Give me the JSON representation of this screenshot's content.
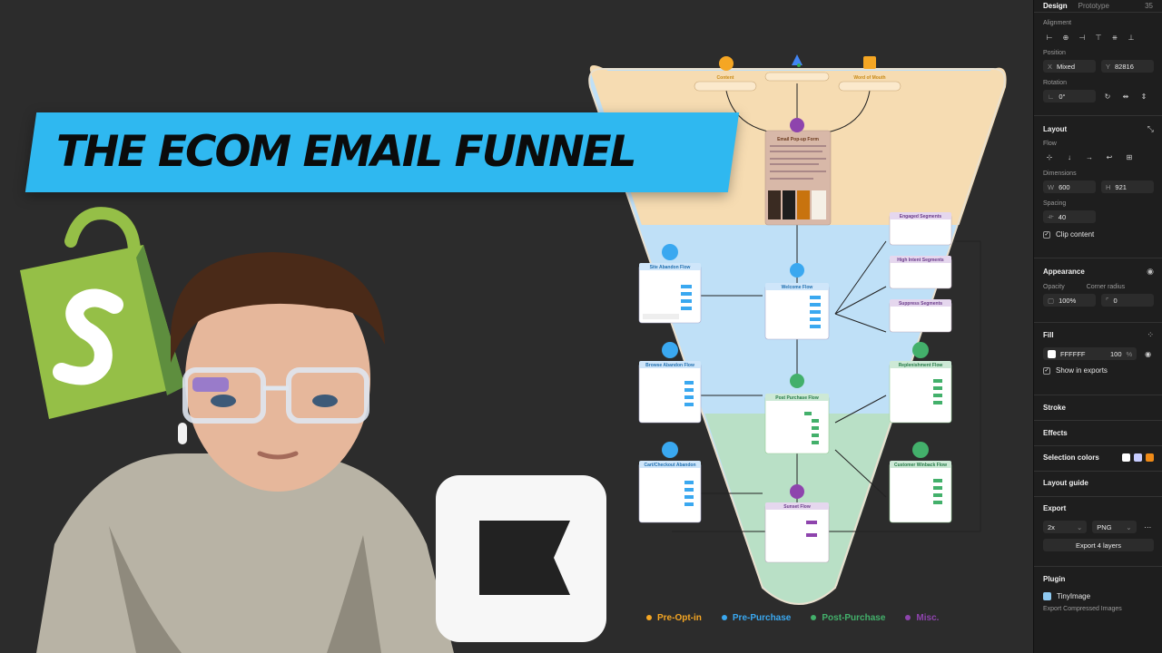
{
  "thumbnail": {
    "headline": "THE ECOM EMAIL FUNNEL",
    "colors": {
      "banner": "#2fb8f0",
      "shopify": "#95bf47",
      "klaviyo_tile": "#f7f7f7"
    }
  },
  "funnel": {
    "top_sources": [
      "Content",
      "Word of Mouth"
    ],
    "entry": "Email Pop-up Form",
    "segments": [
      "Engaged Segments",
      "High Intent Segments",
      "Suppress Segments"
    ],
    "left_flows": [
      "Site Abandon Flow",
      "Browse Abandon Flow",
      "Cart/Checkout Abandon"
    ],
    "center_flows": [
      "Welcome Flow",
      "Post Purchase Flow",
      "Sunset Flow"
    ],
    "right_flows": [
      "Replenishment Flow",
      "Customer Winback Flow"
    ],
    "colors": {
      "pre_opt_in": "#f6dcb2",
      "pre_purchase": "#bfe0f7",
      "post_purchase": "#b9e0c6"
    }
  },
  "legend": [
    {
      "label": "Pre-Opt-in",
      "color": "#f5a623"
    },
    {
      "label": "Pre-Purchase",
      "color": "#3aa8f0"
    },
    {
      "label": "Post-Purchase",
      "color": "#43b06b"
    },
    {
      "label": "Misc.",
      "color": "#8e44ad"
    }
  ],
  "panel": {
    "tabs": [
      "Design",
      "Prototype"
    ],
    "zoom": "35",
    "alignment": "Alignment",
    "position": {
      "title": "Position",
      "x_key": "X",
      "x": "Mixed",
      "y_key": "Y",
      "y": "82816"
    },
    "rotation": {
      "title": "Rotation",
      "value": "0°"
    },
    "layout": {
      "title": "Layout",
      "flow": "Flow",
      "dimensions": "Dimensions",
      "w_key": "W",
      "w": "600",
      "h_key": "H",
      "h": "921",
      "spacing": "Spacing",
      "spacing_value": "40",
      "clip": "Clip content"
    },
    "appearance": {
      "title": "Appearance",
      "opacity_label": "Opacity",
      "opacity": "100%",
      "radius_label": "Corner radius",
      "radius": "0"
    },
    "fill": {
      "title": "Fill",
      "hex": "FFFFFF",
      "opacity": "100",
      "pct": "%",
      "show_exports": "Show in exports"
    },
    "stroke": "Stroke",
    "effects": "Effects",
    "selection_colors": {
      "title": "Selection colors",
      "colors": [
        "#ffffff",
        "#c7ccff",
        "#ef8a17"
      ]
    },
    "layout_guide": "Layout guide",
    "export": {
      "title": "Export",
      "scale": "2x",
      "format": "PNG",
      "button": "Export 4 layers"
    },
    "plugin": {
      "title": "Plugin",
      "name": "TinyImage",
      "subtitle": "Export Compressed Images"
    }
  }
}
